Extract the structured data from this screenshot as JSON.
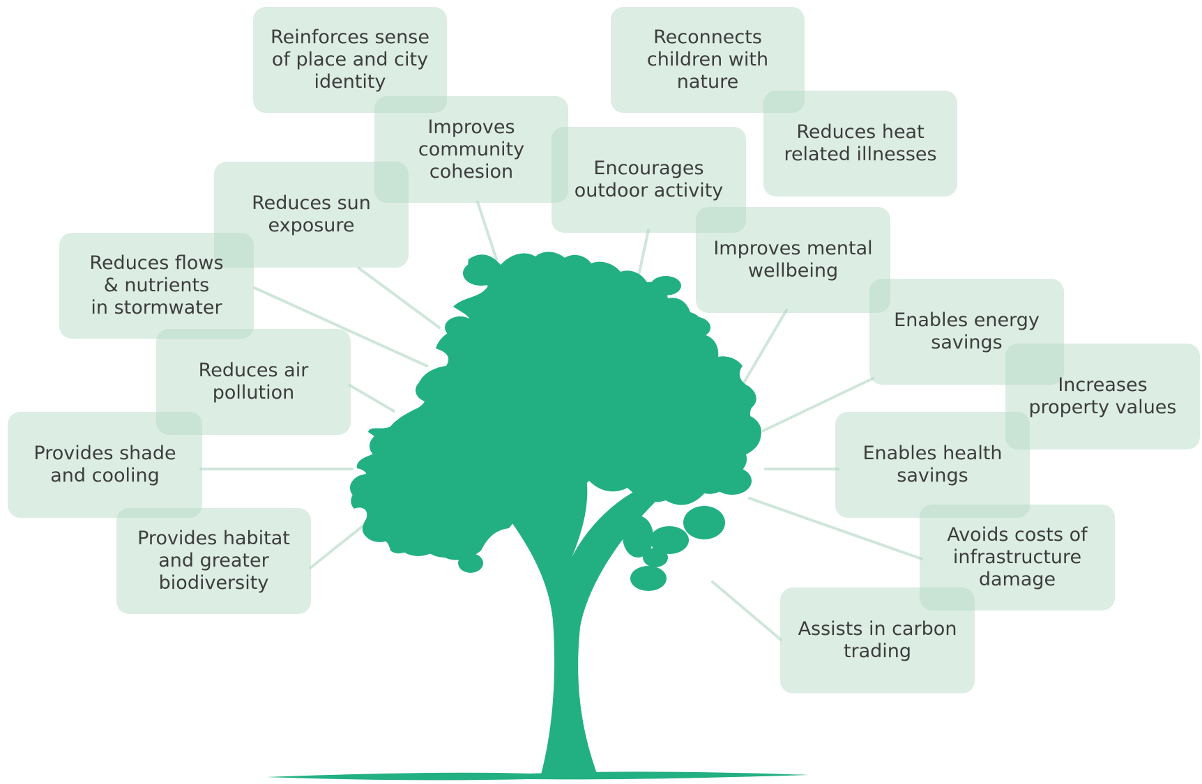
{
  "colors": {
    "tree": "#22b083",
    "box_fill": "rgba(178,216,196,0.45)",
    "connector": "#cfe6da",
    "text": "#3d3d3d"
  },
  "benefits": [
    {
      "id": "sense-of-place",
      "label": "Reinforces sense\nof place and city\nidentity"
    },
    {
      "id": "reconnects-children",
      "label": "Reconnects\nchildren with\nnature"
    },
    {
      "id": "community-cohesion",
      "label": "Improves\ncommunity\ncohesion"
    },
    {
      "id": "heat-illnesses",
      "label": "Reduces heat\nrelated illnesses"
    },
    {
      "id": "outdoor-activity",
      "label": "Encourages\noutdoor activity"
    },
    {
      "id": "sun-exposure",
      "label": "Reduces sun\nexposure"
    },
    {
      "id": "mental-wellbeing",
      "label": "Improves mental\nwellbeing"
    },
    {
      "id": "stormwater",
      "label": "Reduces flows\n& nutrients\nin stormwater"
    },
    {
      "id": "energy-savings",
      "label": "Enables energy\nsavings"
    },
    {
      "id": "air-pollution",
      "label": "Reduces air\npollution"
    },
    {
      "id": "property-values",
      "label": "Increases\nproperty values"
    },
    {
      "id": "shade-cooling",
      "label": "Provides shade\nand cooling"
    },
    {
      "id": "health-savings",
      "label": "Enables health\nsavings"
    },
    {
      "id": "habitat",
      "label": "Provides habitat\nand greater\nbiodiversity"
    },
    {
      "id": "infrastructure-damage",
      "label": "Avoids costs of\ninfrastructure\ndamage"
    },
    {
      "id": "carbon-trading",
      "label": "Assists in carbon\ntrading"
    }
  ]
}
